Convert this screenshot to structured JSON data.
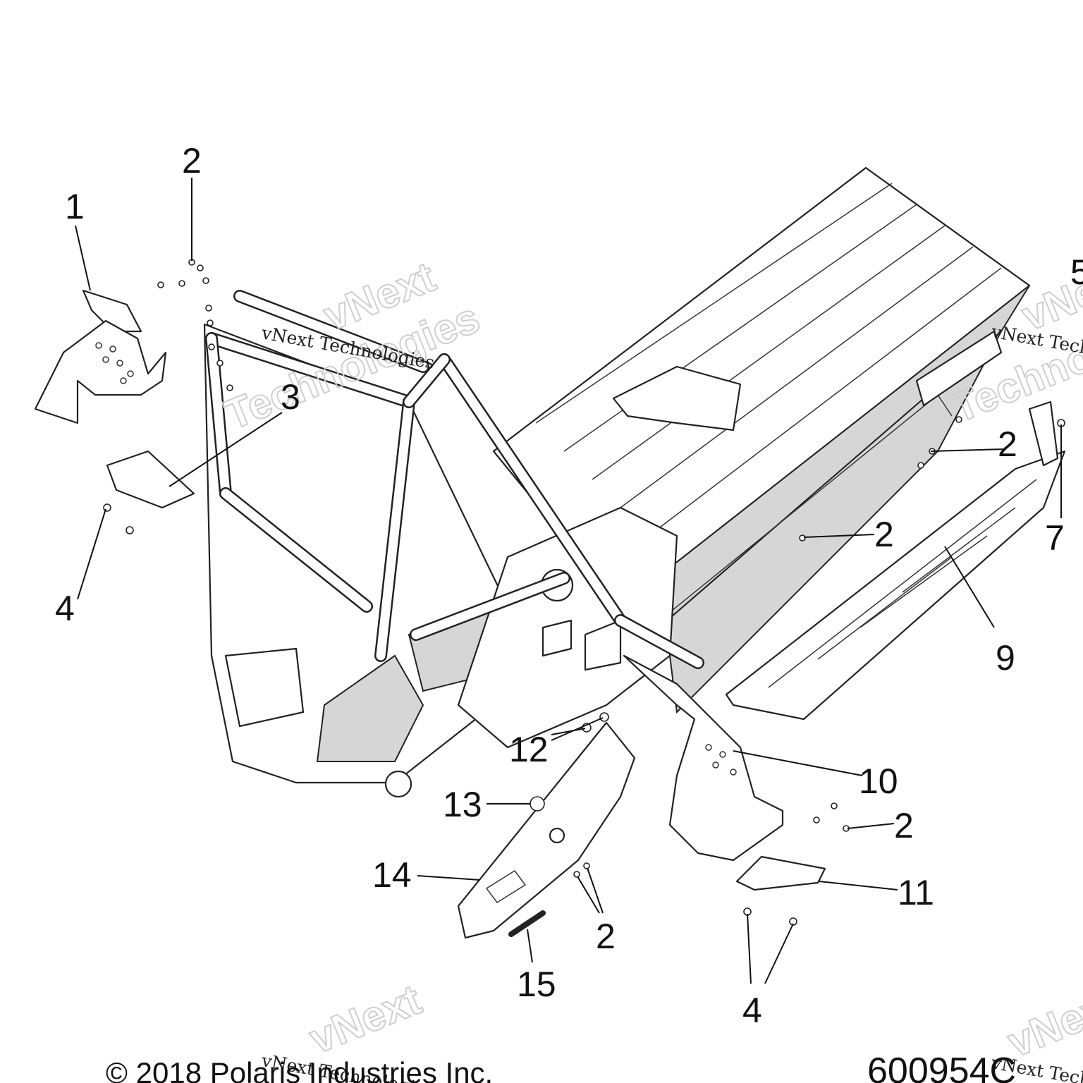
{
  "watermark": {
    "line1": "vNext",
    "line2": "Technologies",
    "caption": "vNext Technologies"
  },
  "callouts": [
    {
      "id": "c1",
      "label": "1"
    },
    {
      "id": "c2a",
      "label": "2"
    },
    {
      "id": "c3",
      "label": "3"
    },
    {
      "id": "c4a",
      "label": "4"
    },
    {
      "id": "c5",
      "label": "5"
    },
    {
      "id": "c2b",
      "label": "2"
    },
    {
      "id": "c2c",
      "label": "2"
    },
    {
      "id": "c7",
      "label": "7"
    },
    {
      "id": "c9",
      "label": "9"
    },
    {
      "id": "c10",
      "label": "10"
    },
    {
      "id": "c12",
      "label": "12"
    },
    {
      "id": "c13",
      "label": "13"
    },
    {
      "id": "c2d",
      "label": "2"
    },
    {
      "id": "c14",
      "label": "14"
    },
    {
      "id": "c11",
      "label": "11"
    },
    {
      "id": "c2e",
      "label": "2"
    },
    {
      "id": "c15",
      "label": "15"
    },
    {
      "id": "c4b",
      "label": "4"
    }
  ],
  "footer": {
    "copyright": "© 2018 Polaris Industries Inc.",
    "drawing_number": "600954C"
  }
}
